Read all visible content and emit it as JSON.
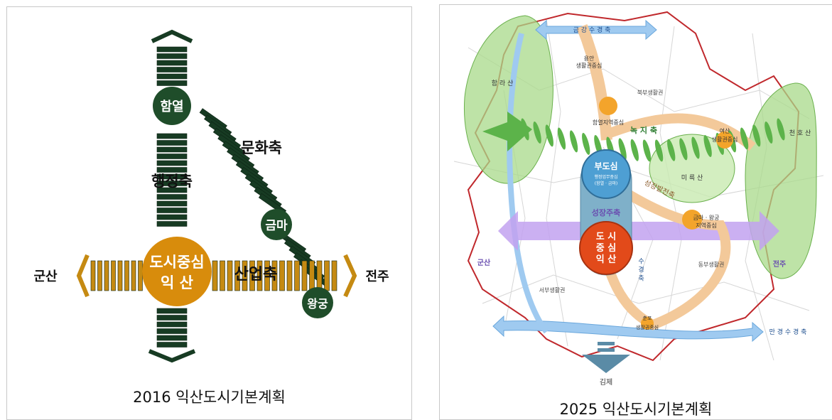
{
  "left": {
    "caption": "2016  익산도시기본계획",
    "nodes": {
      "hamyeol": "함열",
      "center_line1": "도시중심",
      "center_line2": "익 산",
      "geumma": "금마",
      "wanggung": "왕궁"
    },
    "axes": {
      "culture": "문화축",
      "admin": "행정축",
      "industry": "산업축"
    },
    "directions": {
      "west": "군산",
      "east": "전주"
    },
    "colors": {
      "node_green": "#1f4d2a",
      "center_orange": "#d88c0c",
      "bar_green": "#173b23",
      "bar_gold": "#c58a12",
      "text_white": "#ffffff"
    }
  },
  "right": {
    "caption": "2025  익산도시기본계획",
    "top_axis": "금 강 수 경 축",
    "bottom_axis": "만 경 수 경 축",
    "mountains": {
      "hamrasan": "함 라 산",
      "cheonhosan": "천 호 산",
      "mireuksan": "미 륵 산"
    },
    "subcenter": {
      "line1": "부도심",
      "line2": "행정업무중심",
      "line3": "(함열 · 금마)"
    },
    "city_center": {
      "line1": "도 시",
      "line2": "중 심",
      "line3": "익 산"
    },
    "local_centers": {
      "hamyeol": "함열지역중심",
      "yeosan": "여산",
      "yeosan_sub": "생활권중심",
      "geumma_wanggung": "금마 · 왕궁",
      "geumma_wanggung_sub": "지역중심",
      "chunpo": "춘포",
      "chunpo_sub": "생활권중심",
      "yongan": "용안",
      "yongan_sub": "생활권중심"
    },
    "zones": {
      "north": "북부생활권",
      "east": "동부생활권",
      "west": "서부생활권"
    },
    "axis_labels": {
      "north_green": "녹 지 축",
      "growth": "성장발전축",
      "growth_main": "성장주축",
      "water": "수 경 축"
    },
    "directions": {
      "west": "군산",
      "east": "전주",
      "south": "김제"
    },
    "colors": {
      "green": "#7cc44f",
      "purple": "#b48be6",
      "blue_arrow": "#7fb7e8",
      "peach": "#f3c99a",
      "red_center": "#e24a1a",
      "blue_center": "#4e9fd3",
      "boundary": "#c0282c"
    }
  }
}
